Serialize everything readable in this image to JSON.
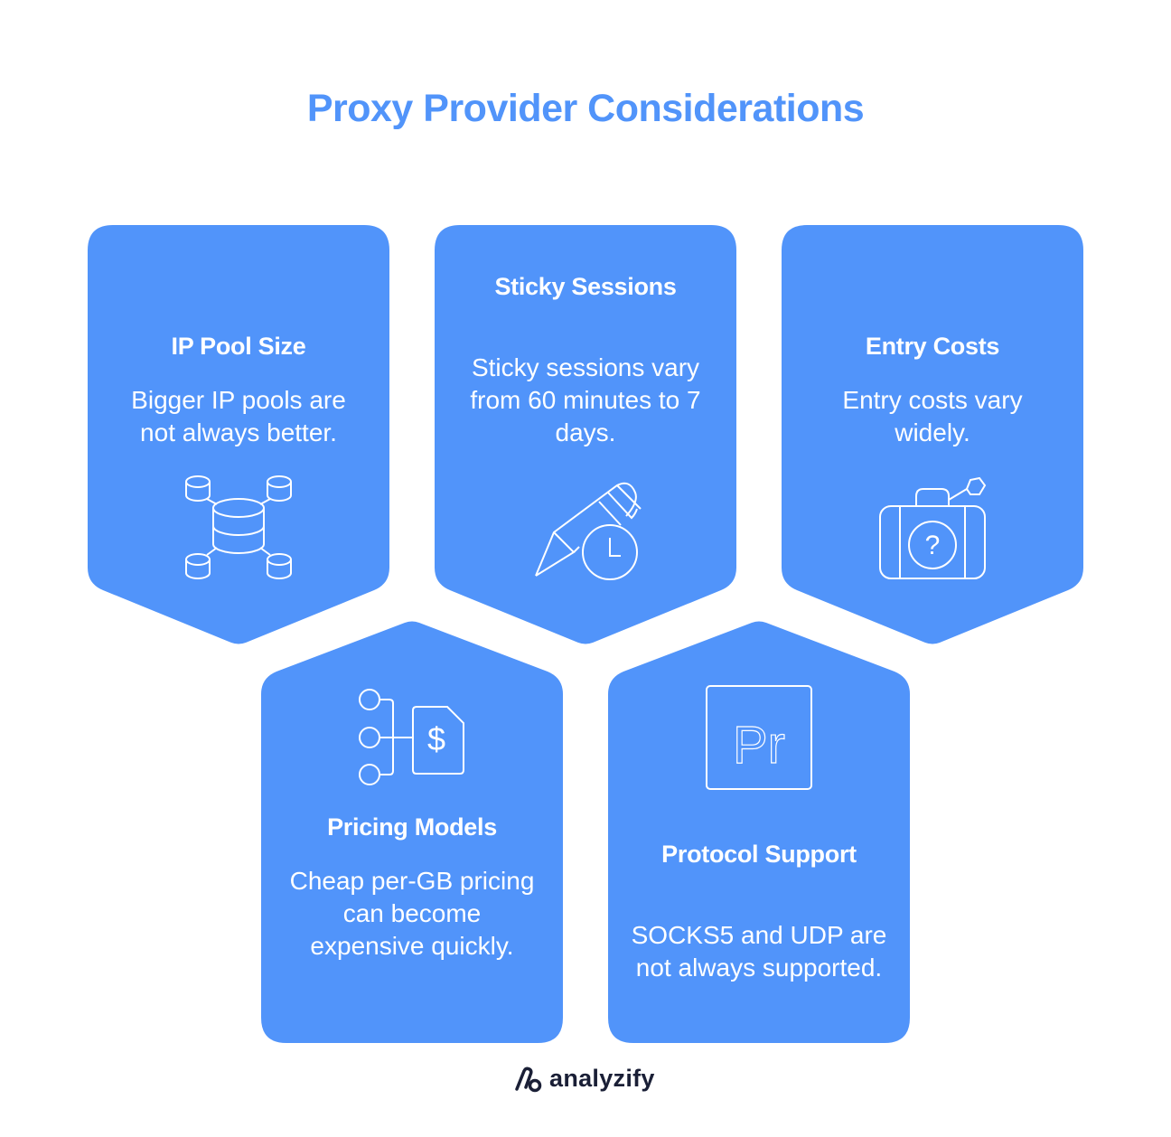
{
  "title": "Proxy Provider Considerations",
  "colors": {
    "accent": "#5194fa",
    "card": "#5194fa",
    "text_on_card": "#ffffff",
    "logo": "#1a1f36"
  },
  "cards": [
    {
      "title": "IP Pool Size",
      "description": "Bigger IP pools are not always better.",
      "icon": "database-network-icon"
    },
    {
      "title": "Sticky Sessions",
      "description": "Sticky sessions vary from 60 minutes to 7 days.",
      "icon": "pencil-clock-icon"
    },
    {
      "title": "Entry Costs",
      "description": "Entry costs vary widely.",
      "icon": "suitcase-question-icon"
    },
    {
      "title": "Pricing Models",
      "description": "Cheap per-GB pricing can become expensive quickly.",
      "icon": "dollar-document-icon"
    },
    {
      "title": "Protocol Support",
      "description": "SOCKS5 and UDP are not always supported.",
      "icon": "pr-square-icon"
    }
  ],
  "icon_text": {
    "pr": "Pr",
    "dollar": "$",
    "question": "?"
  },
  "footer": {
    "brand": "analyzify"
  }
}
